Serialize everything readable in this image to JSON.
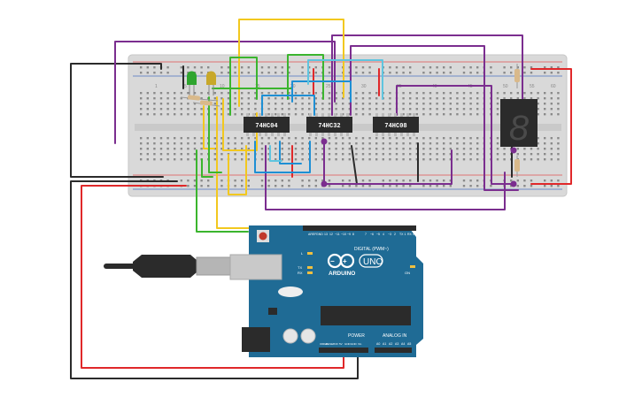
{
  "chips": [
    {
      "label": "74HC04"
    },
    {
      "label": "74HC32"
    },
    {
      "label": "74HC08"
    }
  ],
  "arduino": {
    "brand": "ARDUINO",
    "model": "UNO",
    "digital_label": "DIGITAL (PWM~)",
    "power_label": "POWER",
    "analog_label": "ANALOG IN",
    "header_top_pins": [
      "AREF",
      "GND",
      "13",
      "12",
      "~11",
      "~10",
      "~9",
      "8",
      "7",
      "~6",
      "~5",
      "4",
      "~3",
      "2",
      "TX 1",
      "RX 0"
    ],
    "led_labels": [
      "L",
      "TX",
      "RX",
      "ON"
    ],
    "power_pins": [
      "IOREF",
      "RESET",
      "3.3V",
      "5V",
      "GND",
      "GND",
      "Vin"
    ],
    "analog_pins": [
      "A0",
      "A1",
      "A2",
      "A3",
      "A4",
      "A5"
    ]
  },
  "seven_segment": {
    "digit": "8"
  },
  "breadboard": {
    "column_markers": [
      "1",
      "5",
      "10",
      "15",
      "20",
      "25",
      "30",
      "35",
      "40",
      "45",
      "50",
      "55",
      "60"
    ]
  },
  "colors": {
    "wire_red": "#e0282a",
    "wire_black": "#2b2b2b",
    "wire_yellow": "#f2c81f",
    "wire_green": "#3bb52e",
    "wire_purple": "#7b2e8f",
    "wire_blue": "#1e8fd4",
    "wire_cyan": "#5fc5df",
    "board_blue": "#1f6b95",
    "led_green": "#2fa52f",
    "led_yellow": "#c8a82a"
  }
}
